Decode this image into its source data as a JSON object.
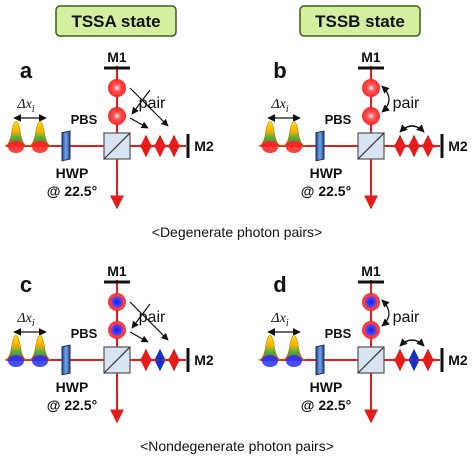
{
  "states": [
    {
      "label": "TSSA state"
    },
    {
      "label": "TSSB state"
    }
  ],
  "panels": [
    {
      "letter": "a",
      "m1": "M1",
      "m2": "M2",
      "pbs": "PBS",
      "hwp_line1": "HWP",
      "hwp_line2": "@ 22.5°",
      "pair": "pair",
      "dx": "Δx",
      "dx_sub": "i",
      "kind": "degenerate",
      "state": "A"
    },
    {
      "letter": "b",
      "m1": "M1",
      "m2": "M2",
      "pbs": "PBS",
      "hwp_line1": "HWP",
      "hwp_line2": "@ 22.5°",
      "pair": "pair",
      "dx": "Δx",
      "dx_sub": "i",
      "kind": "degenerate",
      "state": "B"
    },
    {
      "letter": "c",
      "m1": "M1",
      "m2": "M2",
      "pbs": "PBS",
      "hwp_line1": "HWP",
      "hwp_line2": "@ 22.5°",
      "pair": "pair",
      "dx": "Δx",
      "dx_sub": "i",
      "kind": "nondegenerate",
      "state": "A"
    },
    {
      "letter": "d",
      "m1": "M1",
      "m2": "M2",
      "pbs": "PBS",
      "hwp_line1": "HWP",
      "hwp_line2": "@ 22.5°",
      "pair": "pair",
      "dx": "Δx",
      "dx_sub": "i",
      "kind": "nondegenerate",
      "state": "B"
    }
  ],
  "captions": [
    "<Degenerate photon pairs>",
    "<Nondegenerate photon pairs>"
  ],
  "colors": {
    "beam": "#e51c1c",
    "photon_red": "#ff2020",
    "photon_blue": "#2030ff",
    "state_box": "#d3ef9f",
    "hwp": "#2a5db0"
  }
}
